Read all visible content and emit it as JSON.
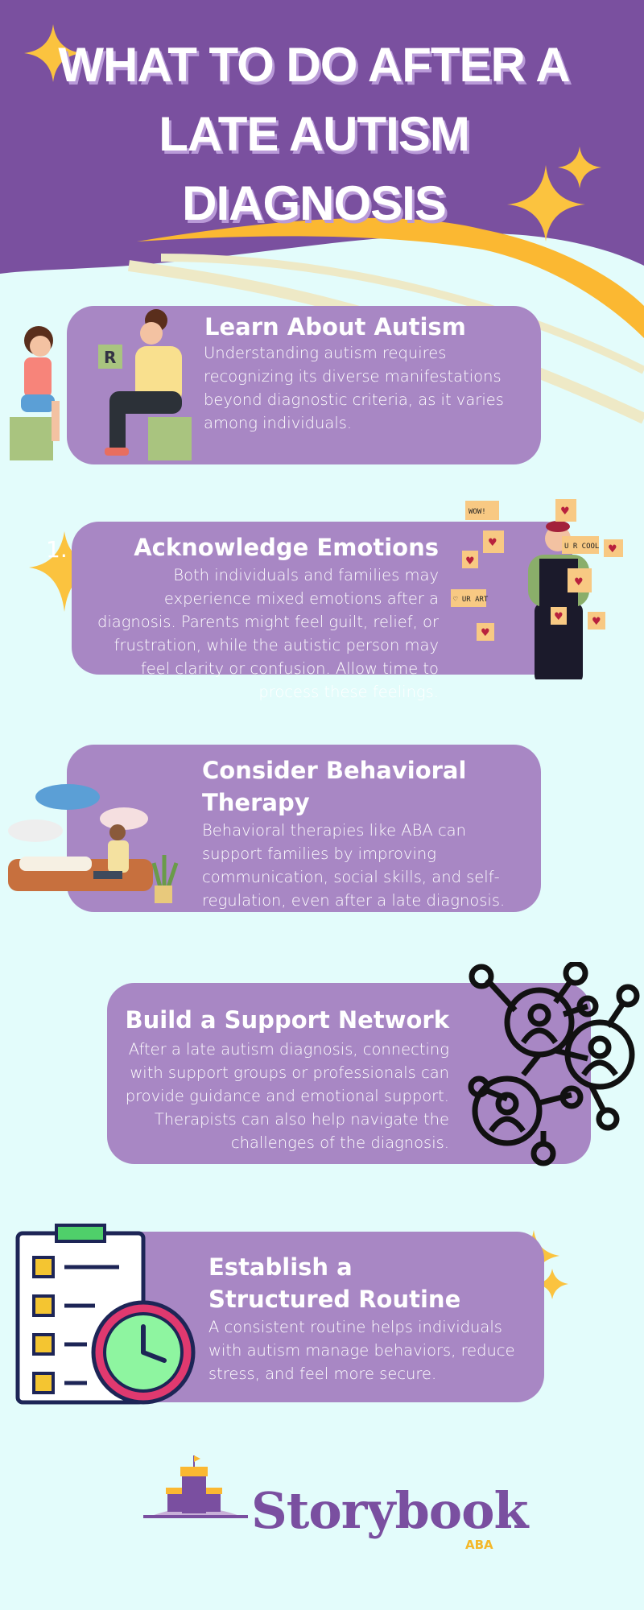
{
  "title": {
    "line1": "WHAT TO DO AFTER A",
    "line2": "LATE AUTISM",
    "line3": "DIAGNOSIS"
  },
  "colors": {
    "header": "#7a509f",
    "card": "#a887c4",
    "background": "#e3fcfb",
    "accent": "#fbb832"
  },
  "sections": [
    {
      "heading": "Learn About Autism",
      "body": "Understanding autism requires recognizing its diverse manifestations beyond diagnostic criteria, as it varies among individuals.",
      "illustration": "therapist-with-child",
      "label": "R"
    },
    {
      "number": "1.",
      "heading": "Acknowledge Emotions",
      "body": "Both individuals and families may experience mixed emotions after a diagnosis. Parents might feel guilt, relief, or frustration, while the autistic person may feel clarity or confusion. Allow time to process these feelings.",
      "illustration": "person-with-speech-bubbles",
      "bubbles": [
        "WOW!",
        "U R COOL",
        "♡ UR ART"
      ]
    },
    {
      "heading": "Consider Behavioral Therapy",
      "body": "Behavioral therapies like ABA can support families by improving communication, social skills, and self-regulation, even after a late diagnosis.",
      "illustration": "therapy-session"
    },
    {
      "heading": "Build a Support Network",
      "body": "After a late autism diagnosis, connecting with support groups or professionals can provide guidance and emotional support. Therapists can also help navigate the challenges of the diagnosis.",
      "illustration": "network-icon"
    },
    {
      "heading": "Establish a Structured Routine",
      "body": "A consistent routine helps individuals with autism manage behaviors, reduce stress, and feel more secure.",
      "illustration": "checklist-clock"
    }
  ],
  "logo": {
    "name": "Storybook",
    "sub": "ABA"
  }
}
